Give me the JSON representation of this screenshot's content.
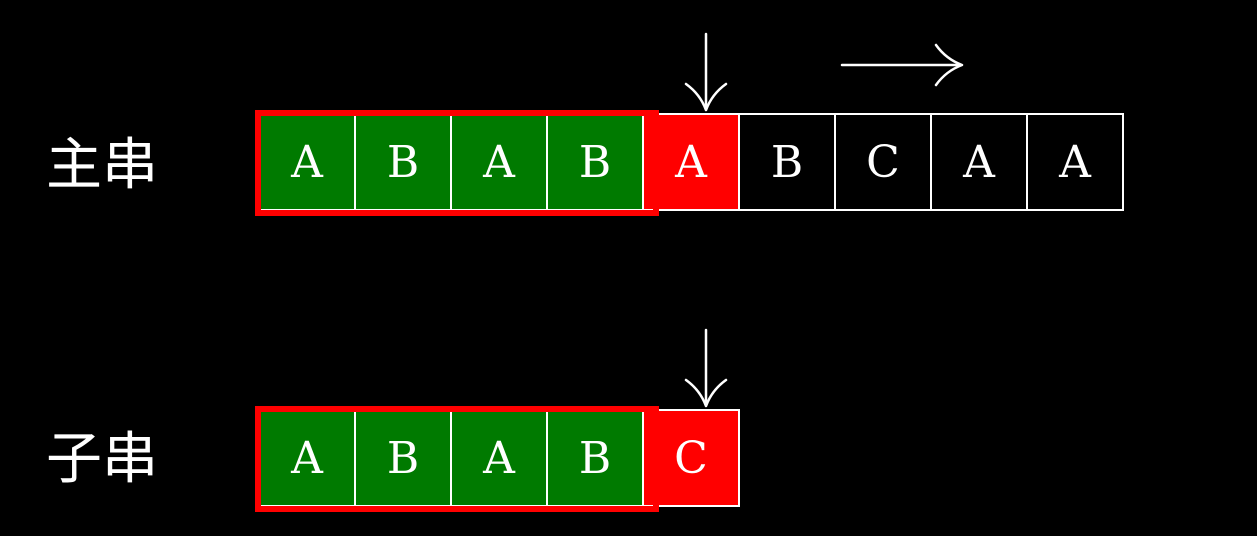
{
  "main_string": {
    "label": "主串",
    "cells": [
      {
        "char": "A",
        "state": "green"
      },
      {
        "char": "B",
        "state": "green"
      },
      {
        "char": "A",
        "state": "green"
      },
      {
        "char": "B",
        "state": "green"
      },
      {
        "char": "A",
        "state": "red"
      },
      {
        "char": "B",
        "state": "plain"
      },
      {
        "char": "C",
        "state": "plain"
      },
      {
        "char": "A",
        "state": "plain"
      },
      {
        "char": "A",
        "state": "plain"
      }
    ],
    "pointer_index": 4
  },
  "sub_string": {
    "label": "子串",
    "cells": [
      {
        "char": "A",
        "state": "green"
      },
      {
        "char": "B",
        "state": "green"
      },
      {
        "char": "A",
        "state": "green"
      },
      {
        "char": "B",
        "state": "green"
      },
      {
        "char": "C",
        "state": "red"
      }
    ],
    "pointer_index": 4
  },
  "colors": {
    "match": "#007a00",
    "mismatch": "#ff0000",
    "border": "#ffffff",
    "background": "#000000"
  }
}
